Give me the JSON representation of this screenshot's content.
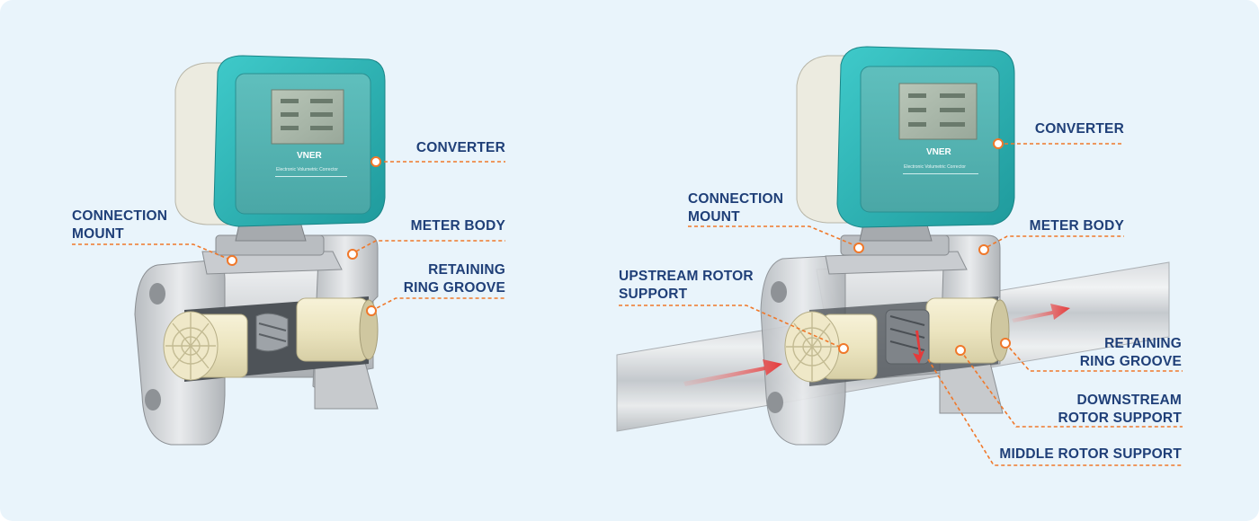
{
  "colors": {
    "background": "#e9f4fb",
    "label_text": "#1f3f78",
    "leader_line": "#f0782a",
    "housing_teal": "#2ab3b3",
    "housing_body": "#e8e6d8",
    "metal": "#d6d8da",
    "insert": "#ece6c4",
    "flow_arrow": "#e84040"
  },
  "device": {
    "brand": "VNER",
    "subtitle": "Electronic Volumetric Corrector"
  },
  "left_diagram": {
    "labels": {
      "converter": [
        "CONVERTER"
      ],
      "connection_mount": [
        "CONNECTION",
        "MOUNT"
      ],
      "meter_body": [
        "METER BODY"
      ],
      "retaining_ring_groove": [
        "RETAINING",
        "RING GROOVE"
      ]
    }
  },
  "right_diagram": {
    "labels": {
      "converter": [
        "CONVERTER"
      ],
      "connection_mount": [
        "CONNECTION",
        "MOUNT"
      ],
      "meter_body": [
        "METER BODY"
      ],
      "upstream_rotor_support": [
        "UPSTREAM ROTOR",
        "SUPPORT"
      ],
      "retaining_ring_groove": [
        "RETAINING",
        "RING GROOVE"
      ],
      "downstream_rotor_support": [
        "DOWNSTREAM",
        "ROTOR SUPPORT"
      ],
      "middle_rotor_support": [
        "MIDDLE ROTOR SUPPORT"
      ]
    }
  },
  "icons": [
    "flow-arrow-icon",
    "callout-dot-icon"
  ]
}
